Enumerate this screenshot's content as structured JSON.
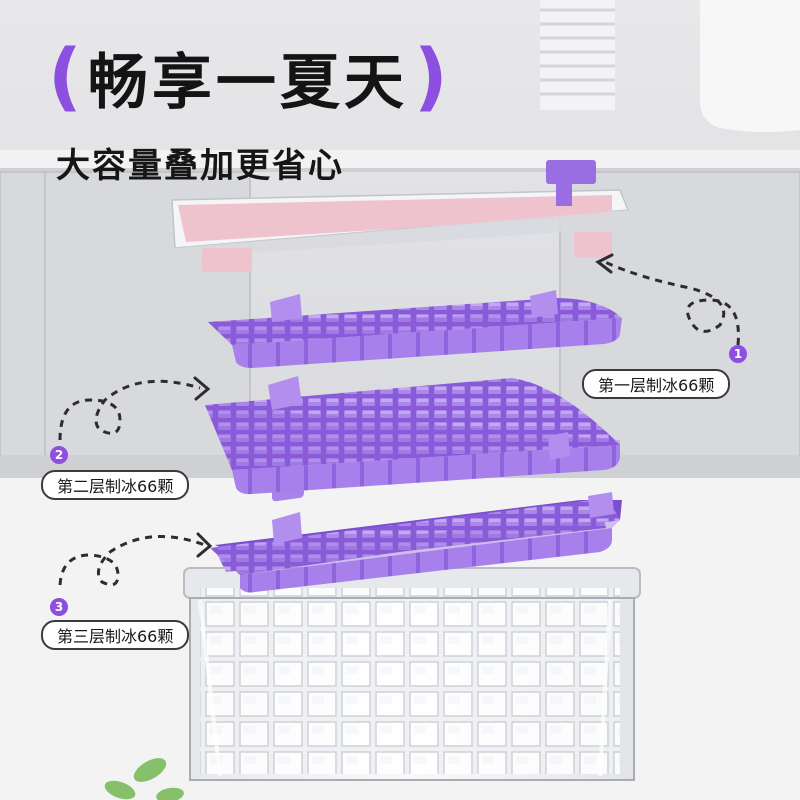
{
  "headline": {
    "open_paren": "(",
    "text": "畅享一夏天",
    "close_paren": ")"
  },
  "subline": "大容量叠加更省心",
  "layers": [
    {
      "number": "1",
      "label": "第一层制冰66颗"
    },
    {
      "number": "2",
      "label": "第二层制冰66颗"
    },
    {
      "number": "3",
      "label": "第三层制冰66颗"
    }
  ],
  "colors": {
    "accent": "#8c4fe0",
    "tray": "#a77be8",
    "lid": "#efc7d0",
    "text": "#141414"
  }
}
